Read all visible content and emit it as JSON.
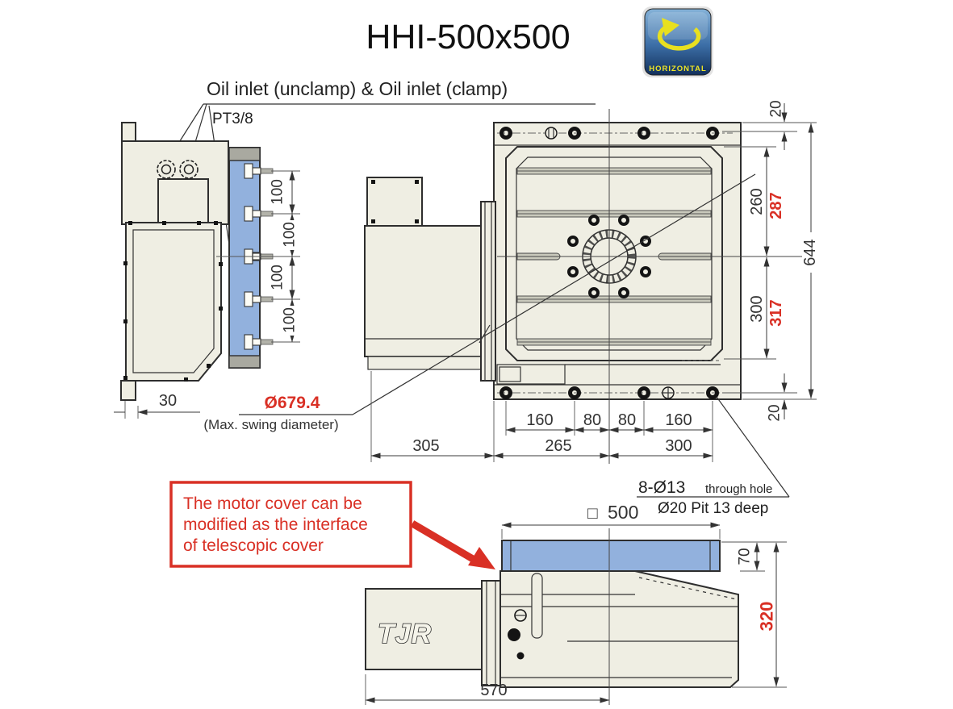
{
  "header": {
    "title": "HHI-500x500"
  },
  "badge": {
    "label": "HORIZONTAL"
  },
  "labels": {
    "oil_inlet": "Oil inlet (unclamp) & Oil inlet (clamp)",
    "thread": "PT3/8",
    "swing_diameter": "Ø679.4",
    "swing_caption": "(Max. swing diameter)",
    "note": [
      "The motor cover can be",
      "modified as the interface",
      "of telescopic cover"
    ],
    "holes_callout": "8-Ø13",
    "holes_callout_suffix": "through hole",
    "holes_callout_sub": "Ø20 Pit 13 deep",
    "square_symbol": "□",
    "brand": "TJR"
  },
  "dims": {
    "slot_pitch": [
      "100",
      "100",
      "100",
      "100"
    ],
    "base_offset": "30",
    "edge_margin_top": "20",
    "edge_margin_bottom": "20",
    "upper_center": "260",
    "upper_center_alt": "287",
    "overall_length": "644",
    "lower_center": "300",
    "lower_center_alt": "317",
    "hole_spacing": [
      "160",
      "80",
      "80",
      "160"
    ],
    "base_spacing": [
      "305",
      "265",
      "300"
    ],
    "table_width": "500",
    "body_width": "570",
    "plate_height": "70",
    "overall_height": "320"
  },
  "colors": {
    "body_fill": "#efeee3",
    "plate_blue": "#92b1dd",
    "line": "#333333",
    "accent_red": "#d93025",
    "badge_blue_top": "#85b2d8",
    "badge_blue_bottom": "#12305c",
    "badge_yellow": "#e8e01f"
  }
}
